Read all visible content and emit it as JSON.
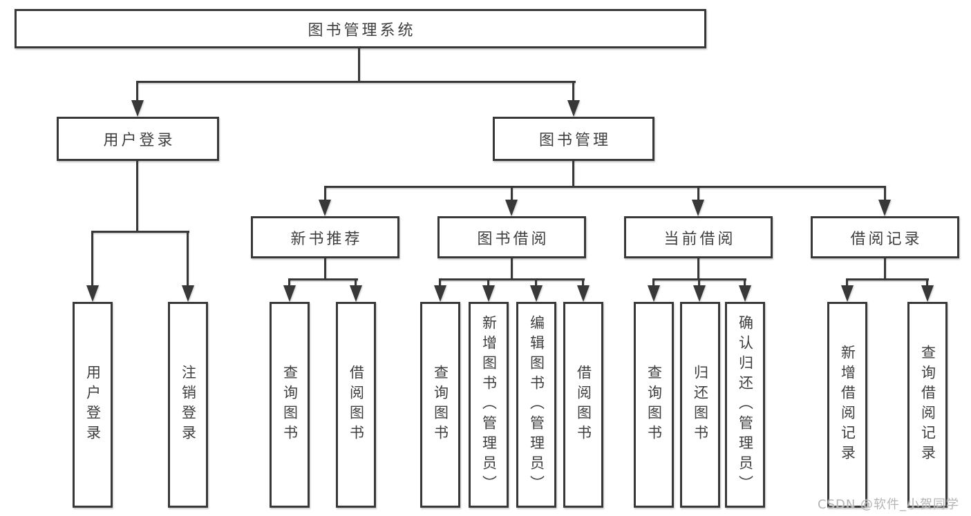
{
  "diagram": {
    "root": "图书管理系统",
    "level2": [
      "用户登录",
      "图书管理"
    ],
    "level3": [
      "新书推荐",
      "图书借阅",
      "当前借阅",
      "借阅记录"
    ],
    "leaves": {
      "login": [
        "用户登录",
        "注销登录"
      ],
      "recommend": [
        "查询图书",
        "借阅图书"
      ],
      "borrow": [
        "查询图书",
        "新增图书（管理员）",
        "编辑图书（管理员）",
        "借阅图书"
      ],
      "current": [
        "查询图书",
        "归还图书",
        "确认归还（管理员）"
      ],
      "records": [
        "新增借阅记录",
        "查询借阅记录"
      ]
    },
    "watermark": "CSDN @软件_小贺同学",
    "colors": {
      "line": "#383838",
      "text": "#3e3e3e",
      "box_background": "#ffffff",
      "watermark": "#b4b4b4",
      "background": "#ffffff"
    }
  }
}
